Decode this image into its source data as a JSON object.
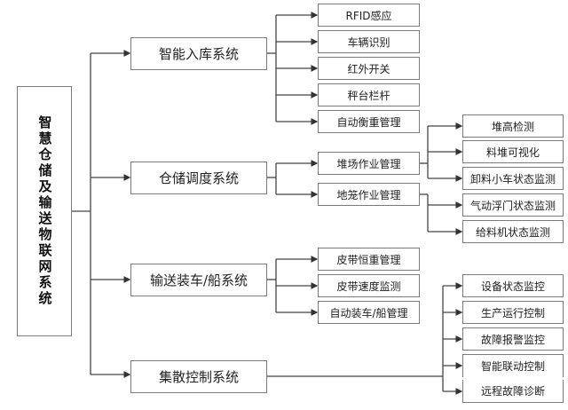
{
  "diagram": {
    "root": {
      "label": "智慧仓储及输送物联网系统"
    },
    "branches": [
      {
        "label": "智能入库系统",
        "children": [
          {
            "label": "RFID感应"
          },
          {
            "label": "车辆识别"
          },
          {
            "label": "红外开关"
          },
          {
            "label": "秤台栏杆"
          },
          {
            "label": "自动衡重管理"
          }
        ]
      },
      {
        "label": "仓储调度系统",
        "children": [
          {
            "label": "堆场作业管理",
            "children": [
              {
                "label": "堆高检测"
              },
              {
                "label": "料堆可视化"
              },
              {
                "label": "卸料小车状态监测"
              }
            ]
          },
          {
            "label": "地笼作业管理",
            "children": [
              {
                "label": "气动浮门状态监测"
              },
              {
                "label": "给料机状态监测"
              }
            ]
          }
        ]
      },
      {
        "label": "输送装车/船系统",
        "children": [
          {
            "label": "皮带恒重管理"
          },
          {
            "label": "皮带速度监测"
          },
          {
            "label": "自动装车/船管理"
          }
        ]
      },
      {
        "label": "集散控制系统",
        "children": [
          {
            "label": "设备状态监控"
          },
          {
            "label": "生产运行控制"
          },
          {
            "label": "故障报警监控"
          },
          {
            "label": "智能联动控制"
          },
          {
            "label": "远程故障诊断"
          }
        ]
      }
    ]
  }
}
